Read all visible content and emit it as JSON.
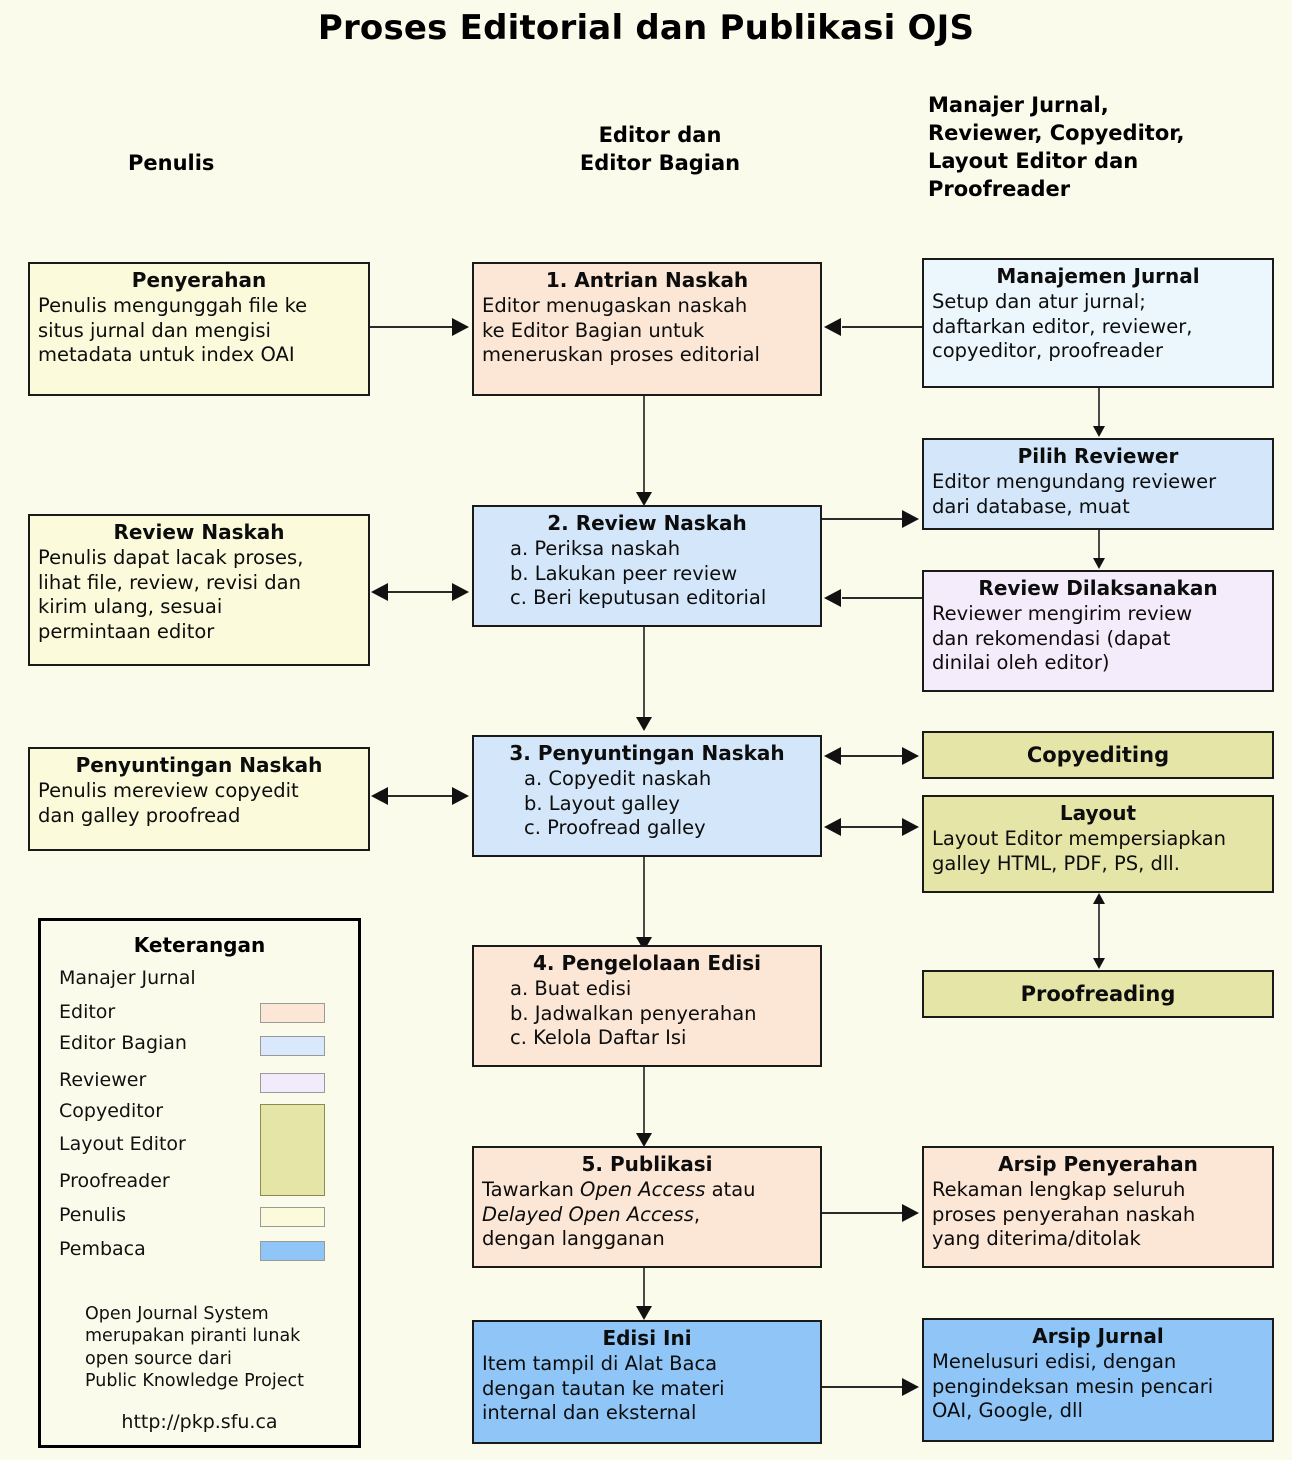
{
  "title": "Proses Editorial dan Publikasi OJS",
  "columns": [
    {
      "id": "penulis",
      "label": "Penulis"
    },
    {
      "id": "editor",
      "label": "Editor dan\nEditor Bagian"
    },
    {
      "id": "manajer",
      "label": "Manajer Jurnal,\nReviewer, Copyeditor,\nLayout Editor dan\nProofreader"
    }
  ],
  "boxes": {
    "penyerahan": {
      "title": "Penyerahan",
      "lines": [
        "Penulis mengunggah file ke",
        "situs jurnal dan mengisi",
        "metadata untuk index OAI"
      ],
      "role": "Penulis",
      "color": "#fbfbdc"
    },
    "antrian_naskah": {
      "title": "1. Antrian Naskah",
      "lines": [
        "Editor menugaskan naskah",
        "ke Editor Bagian untuk",
        "meneruskan proses editorial"
      ],
      "role": "Editor",
      "color": "#fce6d5"
    },
    "manajemen_jurnal": {
      "title": "Manajemen Jurnal",
      "lines": [
        "Setup dan atur jurnal;",
        "daftarkan editor, reviewer,",
        "copyeditor, proofreader"
      ],
      "role": "Manajer Jurnal",
      "color": "#ecf7fd"
    },
    "review_naskah_penulis": {
      "title": "Review Naskah",
      "lines": [
        "Penulis dapat lacak proses,",
        "lihat file, review, revisi dan",
        "kirim ulang, sesuai",
        "permintaan editor"
      ],
      "role": "Penulis",
      "color": "#fbfbdc"
    },
    "review_naskah": {
      "title": "2. Review Naskah",
      "lines": [
        "a. Periksa naskah",
        "b. Lakukan peer review",
        "c. Beri keputusan editorial"
      ],
      "role": "Editor Bagian",
      "color": "#d4e7fa"
    },
    "pilih_reviewer": {
      "title": "Pilih Reviewer",
      "lines": [
        "Editor mengundang reviewer",
        "dari database, muat"
      ],
      "role": "Editor Bagian",
      "color": "#d4e7fa"
    },
    "review_dilaksanakan": {
      "title": "Review Dilaksanakan",
      "lines": [
        "Reviewer mengirim review",
        "dan rekomendasi (dapat",
        "dinilai oleh editor)"
      ],
      "role": "Reviewer",
      "color": "#f4ebfb"
    },
    "penyuntingan_penulis": {
      "title": "Penyuntingan Naskah",
      "lines": [
        "Penulis mereview copyedit",
        "dan galley proofread"
      ],
      "role": "Penulis",
      "color": "#fbfbdc"
    },
    "penyuntingan_naskah": {
      "title": "3. Penyuntingan Naskah",
      "lines": [
        "a. Copyedit naskah",
        "b. Layout galley",
        "c. Proofread galley"
      ],
      "role": "Editor Bagian",
      "color": "#d4e7fa"
    },
    "copyediting": {
      "title": "Copyediting",
      "lines": [],
      "role": "Copyeditor",
      "color": "#e5e5a8"
    },
    "layout": {
      "title": "Layout",
      "lines": [
        "Layout Editor mempersiapkan",
        "galley HTML, PDF, PS, dll."
      ],
      "role": "Layout Editor",
      "color": "#e5e5a8"
    },
    "proofreading": {
      "title": "Proofreading",
      "lines": [],
      "role": "Proofreader",
      "color": "#e5e5a8"
    },
    "pengelolaan_edisi": {
      "title": "4. Pengelolaan Edisi",
      "lines": [
        "a. Buat edisi",
        "b. Jadwalkan penyerahan",
        "c. Kelola Daftar Isi"
      ],
      "role": "Editor",
      "color": "#fce6d5"
    },
    "publikasi": {
      "title": "5. Publikasi",
      "lines": [
        "Tawarkan Open Access atau",
        "Delayed Open Access,",
        "dengan langganan"
      ],
      "italic_terms": [
        "Open Access",
        "Delayed Open Access"
      ],
      "role": "Editor",
      "color": "#fce6d5"
    },
    "arsip_penyerahan": {
      "title": "Arsip Penyerahan",
      "lines": [
        "Rekaman lengkap seluruh",
        "proses penyerahan naskah",
        "yang diterima/ditolak"
      ],
      "role": "Editor",
      "color": "#fce6d5"
    },
    "edisi_ini": {
      "title": "Edisi Ini",
      "lines": [
        "Item tampil di Alat Baca",
        "dengan tautan ke materi",
        "internal dan eksternal"
      ],
      "role": "Pembaca",
      "color": "#8fc6f7"
    },
    "arsip_jurnal": {
      "title": "Arsip Jurnal",
      "lines": [
        "Menelusuri edisi, dengan",
        "pengindeksan mesin pencari",
        "OAI, Google, dll"
      ],
      "role": "Pembaca",
      "color": "#8fc6f7"
    }
  },
  "legend": {
    "title": "Keterangan",
    "items": [
      {
        "label": "Manajer Jurnal",
        "color": "#ecf7fd",
        "swatch": false
      },
      {
        "label": "Editor",
        "color": "#fce6d5",
        "swatch": true
      },
      {
        "label": "Editor Bagian",
        "color": "#d9e9fb",
        "swatch": true
      },
      {
        "label": "Reviewer",
        "color": "#f2ebfc",
        "swatch": true
      },
      {
        "label": "Copyeditor",
        "color": "#e5e5a8",
        "swatch": true
      },
      {
        "label": "Layout Editor",
        "color": "#e5e5a8",
        "swatch": false
      },
      {
        "label": "Proofreader",
        "color": "#e5e5a8",
        "swatch": false
      },
      {
        "label": "Penulis",
        "color": "#fbfbdc",
        "swatch": true
      },
      {
        "label": "Pembaca",
        "color": "#8fc6f7",
        "swatch": true
      }
    ],
    "note": [
      "Open Journal System",
      "merupakan piranti lunak",
      "open source dari",
      "Public Knowledge Project"
    ],
    "url": "http://pkp.sfu.ca"
  }
}
